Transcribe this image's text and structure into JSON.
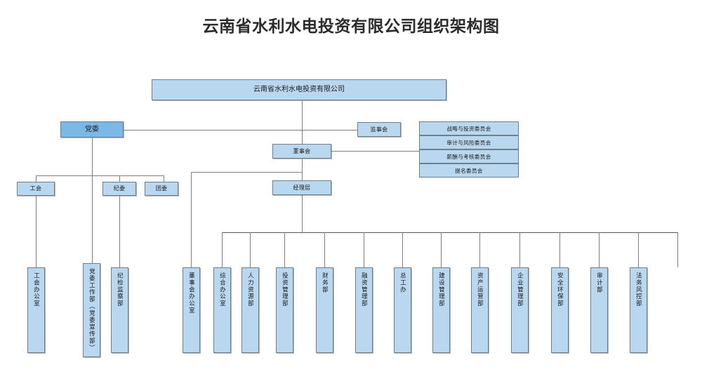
{
  "chart_title": "云南省水利水电投资有限公司组织架构图",
  "nodes": {
    "company": "云南省水利水电投资有限公司",
    "party_committee": "党委",
    "supervisory_board": "监事会",
    "board_of_directors": "董事会",
    "management": "经理层"
  },
  "party_children": [
    {
      "label": "工会"
    },
    {
      "label": "纪委"
    },
    {
      "label": "团委"
    }
  ],
  "party_departments": [
    {
      "label": "工会办公室"
    },
    {
      "label": "党委工作部（党委宣传部）"
    },
    {
      "label": "纪检监察部"
    }
  ],
  "committees": [
    {
      "label": "战略与投资委员会"
    },
    {
      "label": "审计与风险委员会"
    },
    {
      "label": "薪酬与考核委员会"
    },
    {
      "label": "提名委员会"
    }
  ],
  "departments": [
    {
      "label": "董事会办公室"
    },
    {
      "label": "综合办公室"
    },
    {
      "label": "人力资源部"
    },
    {
      "label": "投资管理部"
    },
    {
      "label": "财务部"
    },
    {
      "label": "融资管理部"
    },
    {
      "label": "总工办"
    },
    {
      "label": "建设管理部"
    },
    {
      "label": "资产运营部"
    },
    {
      "label": "企业管理部"
    },
    {
      "label": "安全环保部"
    },
    {
      "label": "审计部"
    },
    {
      "label": "法务风控部"
    }
  ],
  "colors": {
    "box_fill": "#b9d7ef",
    "box_accent_fill": "#7ab8e8",
    "box_border": "#6d7f8c",
    "line": "#7f7f7f",
    "text": "#1a1a1a",
    "title_text": "#2b2b2b",
    "background": "#ffffff"
  }
}
